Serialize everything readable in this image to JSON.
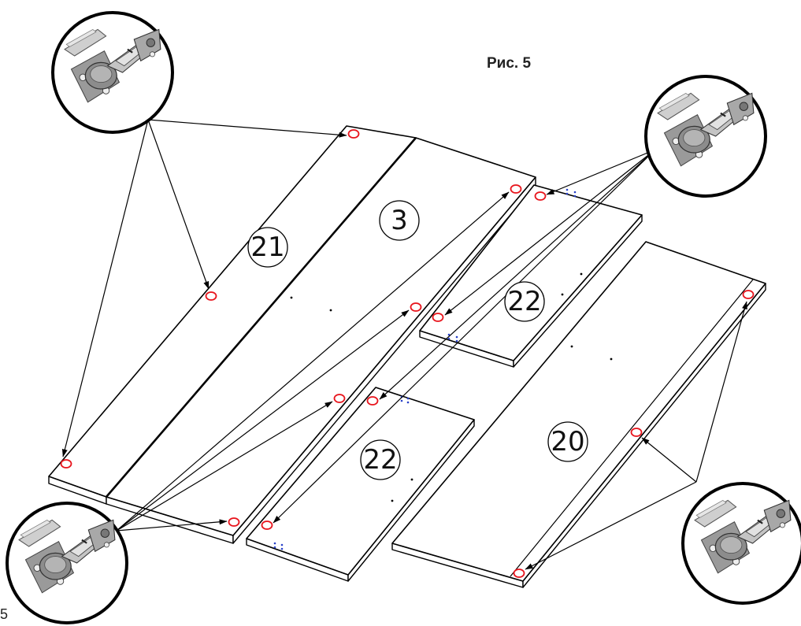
{
  "figure": {
    "title": "Рис. 5",
    "page_number": "5"
  },
  "parts": [
    {
      "id": "21",
      "label": "21"
    },
    {
      "id": "3",
      "label": "3"
    },
    {
      "id": "22a",
      "label": "22"
    },
    {
      "id": "22b",
      "label": "22"
    },
    {
      "id": "20",
      "label": "20"
    }
  ],
  "callouts": [
    {
      "id": "hinge-top-left",
      "icon": "concealed-hinge-icon"
    },
    {
      "id": "hinge-top-right",
      "icon": "concealed-hinge-icon"
    },
    {
      "id": "hinge-bottom-left",
      "icon": "concealed-hinge-icon"
    },
    {
      "id": "hinge-bottom-right",
      "icon": "concealed-hinge-icon"
    }
  ],
  "colors": {
    "hinge_cup_marker": "#e8141c",
    "dowel_marker": "#2840c8",
    "line": "#000000"
  }
}
